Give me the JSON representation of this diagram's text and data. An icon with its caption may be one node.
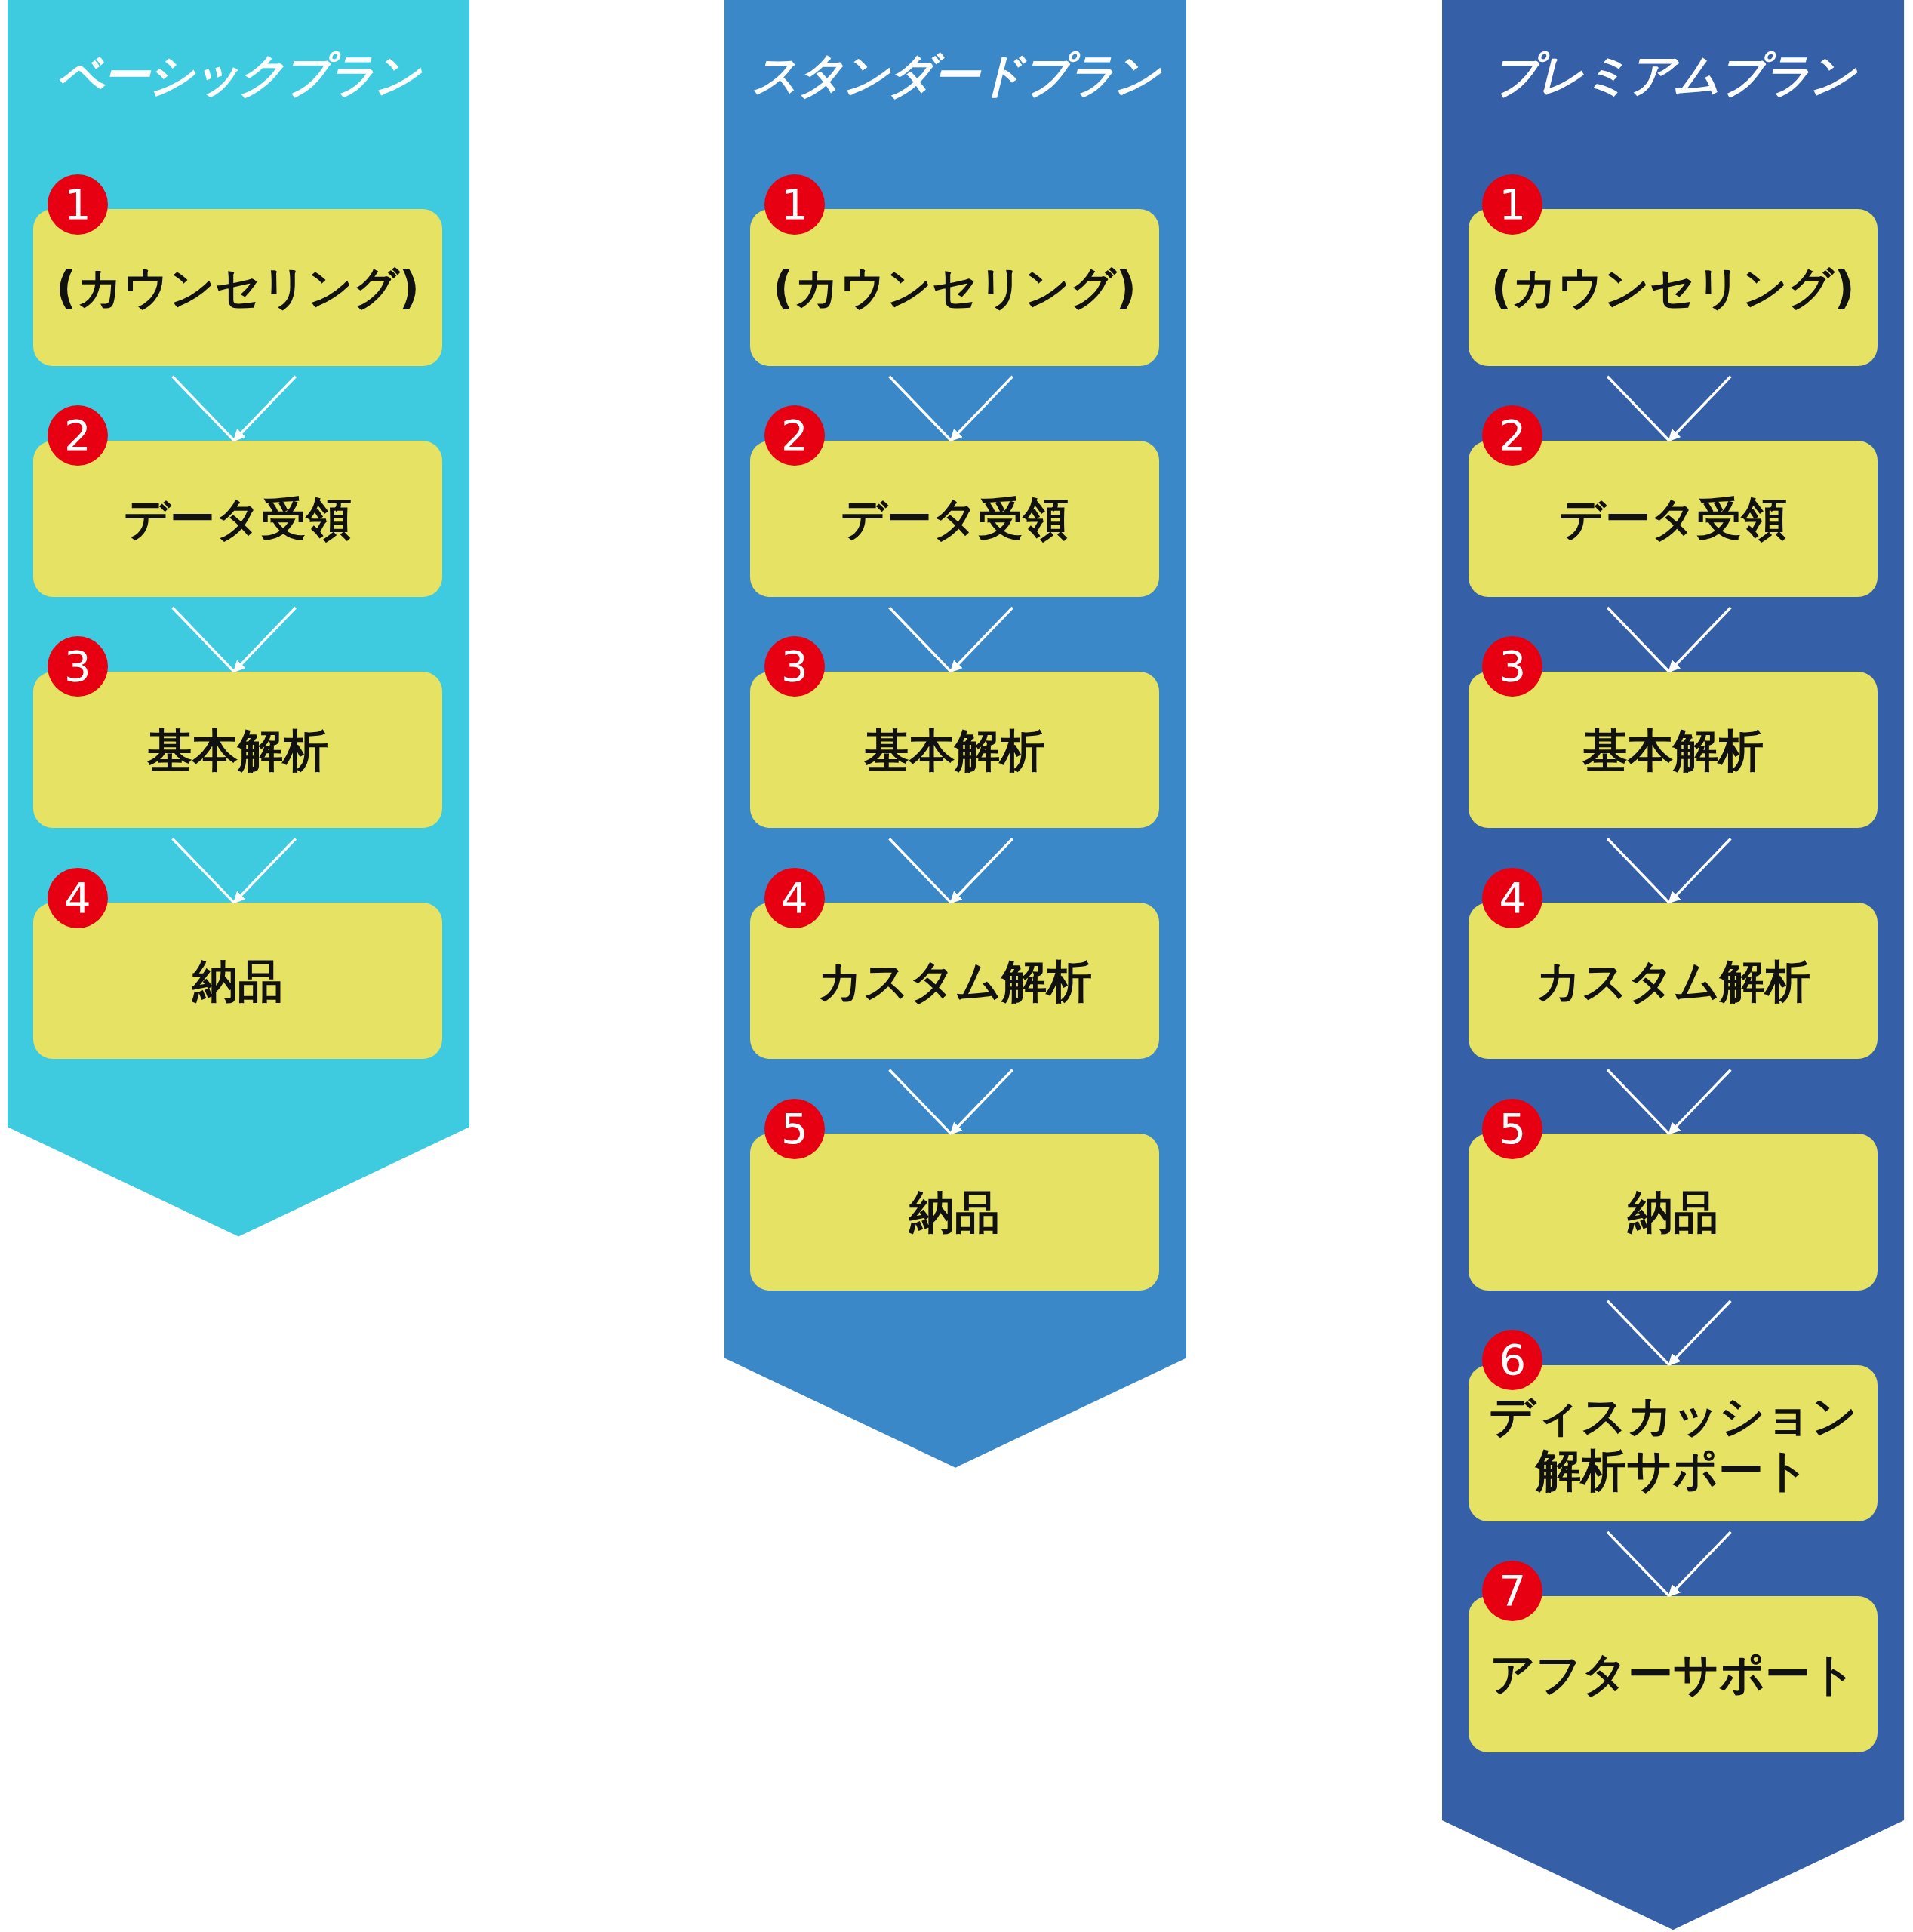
{
  "diagram": {
    "nodes": [
      {
        "text": [
          "ベーシックプラン"
        ]
      },
      {
        "text": [
          "(カウンセリング)"
        ],
        "beside": [
          "1"
        ],
        "in": 0
      },
      {
        "text": [
          "データ受領"
        ],
        "beside": [
          "2"
        ],
        "in": 0
      },
      {
        "text": [
          "基本解析"
        ],
        "beside": [
          "3"
        ],
        "in": 0
      },
      {
        "text": [
          "納品"
        ],
        "beside": [
          "4"
        ],
        "in": 0
      },
      {
        "text": [
          "スタンダードプラン"
        ]
      },
      {
        "text": [
          "(カウンセリング)"
        ],
        "beside": [
          "1"
        ],
        "in": 5
      },
      {
        "text": [
          "データ受領"
        ],
        "beside": [
          "2"
        ],
        "in": 5
      },
      {
        "text": [
          "基本解析"
        ],
        "beside": [
          "3"
        ],
        "in": 5
      },
      {
        "text": [
          "カスタム解析"
        ],
        "beside": [
          "4"
        ],
        "in": 5
      },
      {
        "text": [
          "納品"
        ],
        "beside": [
          "5"
        ],
        "in": 5
      },
      {
        "text": [
          "プレミアムプラン"
        ]
      },
      {
        "text": [
          "(カウンセリング)"
        ],
        "beside": [
          "1"
        ],
        "in": 11
      },
      {
        "text": [
          "データ受領"
        ],
        "beside": [
          "2"
        ],
        "in": 11
      },
      {
        "text": [
          "基本解析"
        ],
        "beside": [
          "3"
        ],
        "in": 11
      },
      {
        "text": [
          "カスタム解析"
        ],
        "beside": [
          "4"
        ],
        "in": 11
      },
      {
        "text": [
          "納品"
        ],
        "beside": [
          "5"
        ],
        "in": 11
      },
      {
        "text": [
          "ディスカッション解析サポート"
        ],
        "beside": [
          "6"
        ],
        "in": 11
      },
      {
        "text": [
          "アフターサポート"
        ],
        "beside": [
          "7"
        ],
        "in": 11
      }
    ],
    "edges": [
      {
        "from": 1,
        "to": 2,
        "arrow": "to"
      },
      {
        "from": 2,
        "to": 3,
        "arrow": "to"
      },
      {
        "from": 3,
        "to": 4,
        "arrow": "to"
      },
      {
        "from": 6,
        "to": 7,
        "arrow": "to"
      },
      {
        "from": 7,
        "to": 8,
        "arrow": "to"
      },
      {
        "from": 8,
        "to": 9,
        "arrow": "to"
      },
      {
        "from": 9,
        "to": 10,
        "arrow": "to"
      },
      {
        "from": 12,
        "to": 13,
        "arrow": "to"
      },
      {
        "from": 13,
        "to": 14,
        "arrow": "to"
      },
      {
        "from": 14,
        "to": 15,
        "arrow": "to"
      },
      {
        "from": 15,
        "to": 16,
        "arrow": "to"
      },
      {
        "from": 16,
        "to": 17,
        "arrow": "to"
      },
      {
        "from": 17,
        "to": 18,
        "arrow": "to"
      }
    ]
  }
}
